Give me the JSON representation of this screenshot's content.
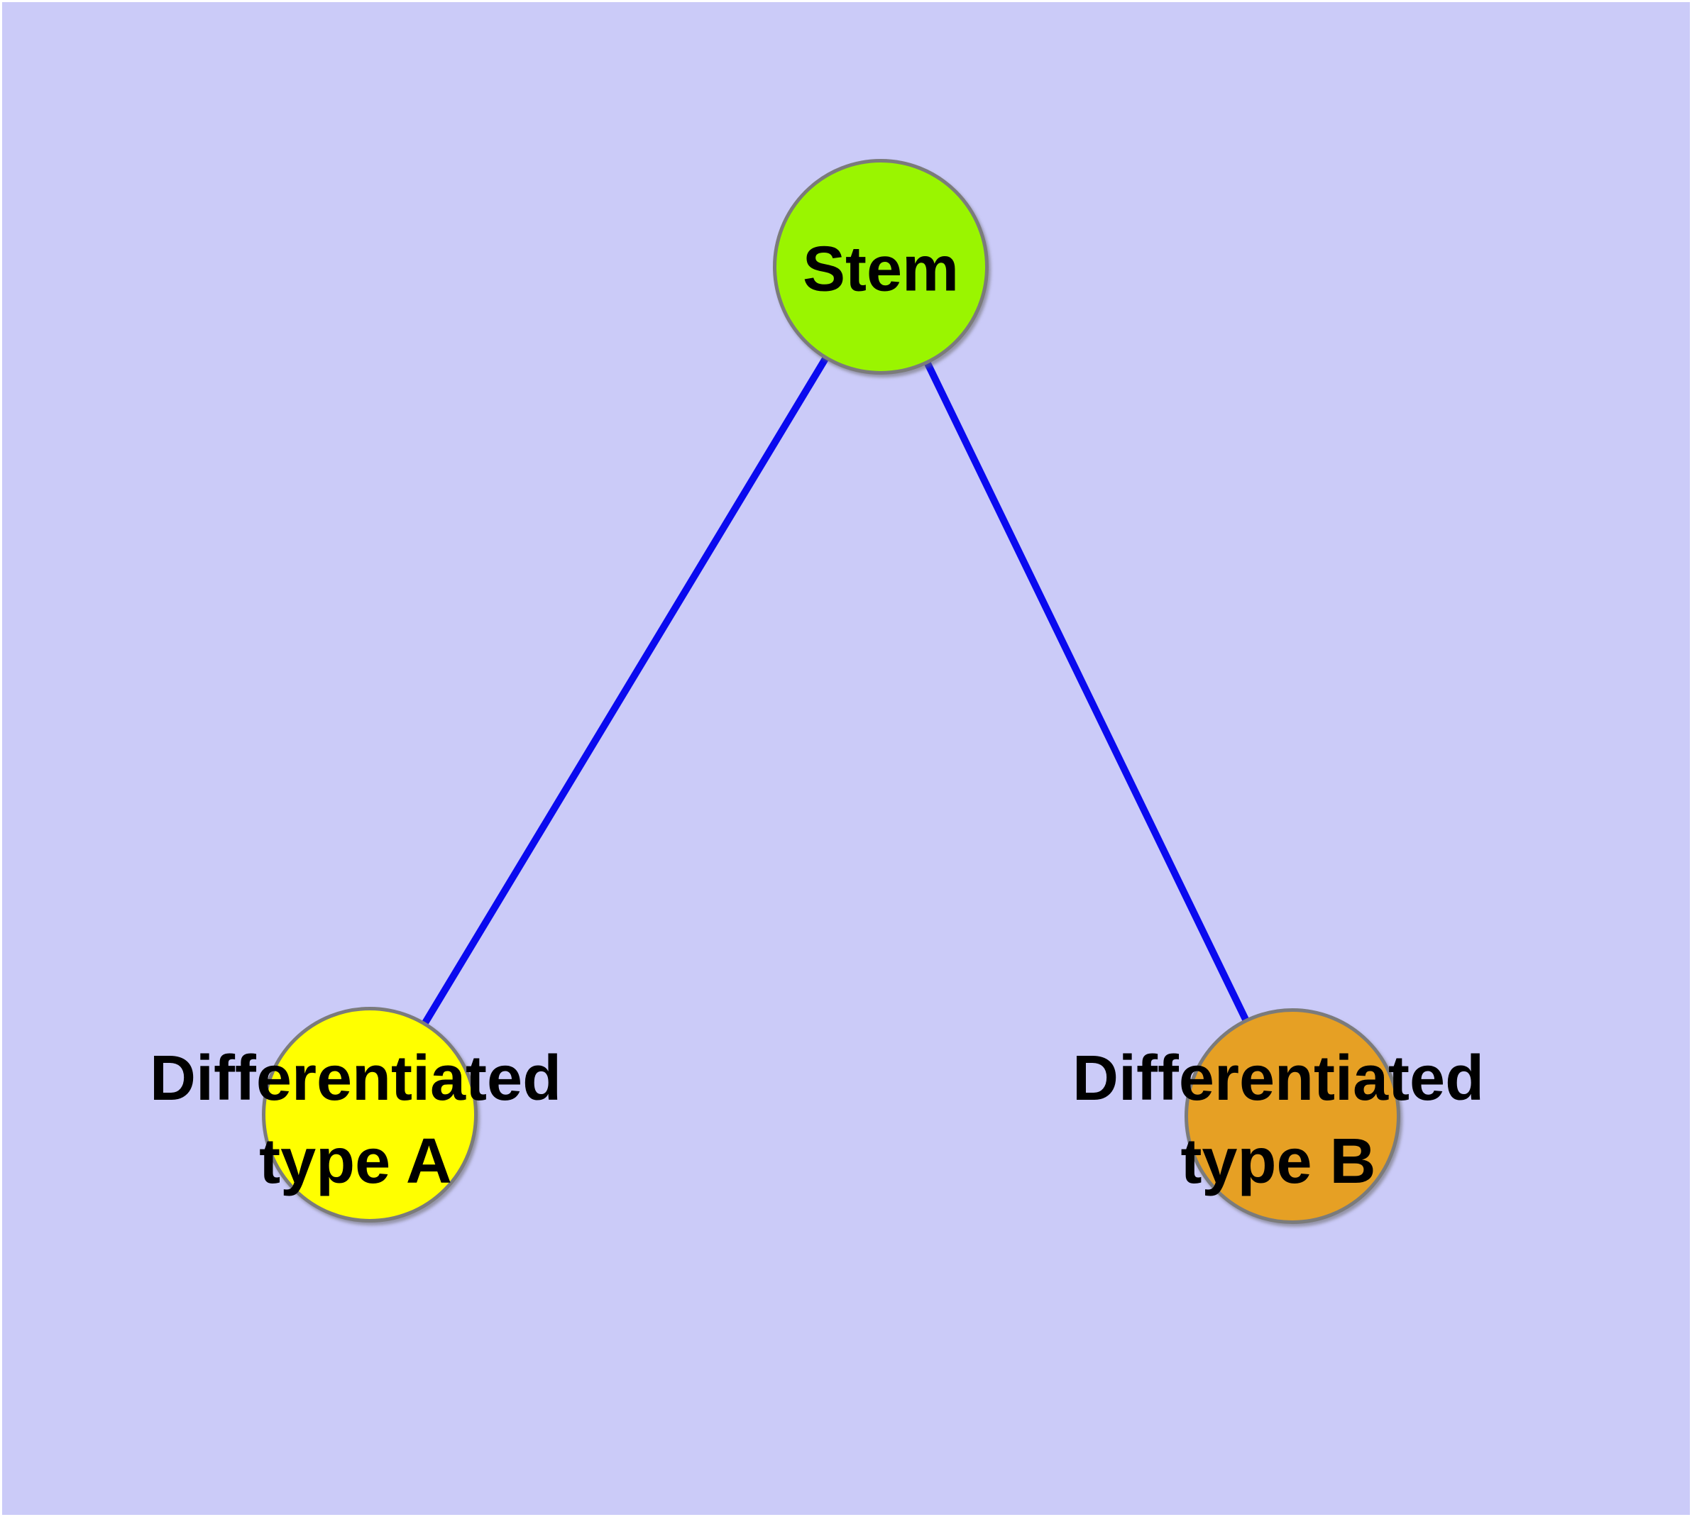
{
  "canvas": {
    "background_color": "#CBCBF8",
    "page_margin_color": "#FFFFFF"
  },
  "graph": {
    "type": "node-link-diagram",
    "edge_color": "#0A0AEF",
    "node_border_color": "#7B7B7B",
    "label_color": "#000000",
    "nodes": [
      {
        "id": "stem",
        "label_lines": [
          "Stem"
        ],
        "fill_color": "#9AF500"
      },
      {
        "id": "type-a",
        "label_lines": [
          "Differentiated",
          "type A"
        ],
        "fill_color": "#FFFF00"
      },
      {
        "id": "type-b",
        "label_lines": [
          "Differentiated",
          "type B"
        ],
        "fill_color": "#E6A024"
      }
    ],
    "edges": [
      {
        "from": "Stem",
        "to": "Differentiated type A"
      },
      {
        "from": "Stem",
        "to": "Differentiated type B"
      }
    ]
  }
}
